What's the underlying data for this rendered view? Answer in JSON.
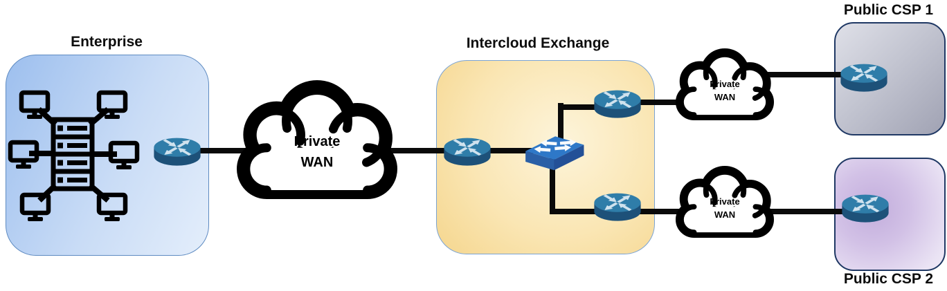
{
  "diagram": {
    "enterprise": {
      "label": "Enterprise"
    },
    "intercloud": {
      "label": "Intercloud Exchange"
    },
    "csp1": {
      "label": "Public CSP 1"
    },
    "csp2": {
      "label": "Public CSP 2"
    },
    "wan_main": {
      "line1": "Private",
      "line2": "WAN"
    },
    "wan_top": {
      "line1": "Private",
      "line2": "WAN"
    },
    "wan_bottom": {
      "line1": "Private",
      "line2": "WAN"
    },
    "colors": {
      "line": "#0a0a0a",
      "router_top": "#2f7da9",
      "router_body": "#1d5179",
      "router_arrows": "#cfe2ee",
      "switch_top": "#2e78c8",
      "switch_front": "#2a5fa6",
      "switch_side": "#235097",
      "enterprise_fill_start": "#9dbfee",
      "enterprise_fill_end": "#e4eefb",
      "enterprise_border": "#5d8ac1",
      "intercloud_fill_center": "#fdf4da",
      "intercloud_fill_edge": "#f5d68e",
      "intercloud_border": "#7aa3d4",
      "csp1_fill_start": "#dfe0e8",
      "csp1_fill_end": "#a0a2b3",
      "csp2_fill_center": "#c2addc",
      "csp2_fill_edge": "#efeaf7",
      "csp_border": "#1f3864",
      "cloud_stroke": "#000000",
      "cloud_fill": "#ffffff"
    }
  }
}
